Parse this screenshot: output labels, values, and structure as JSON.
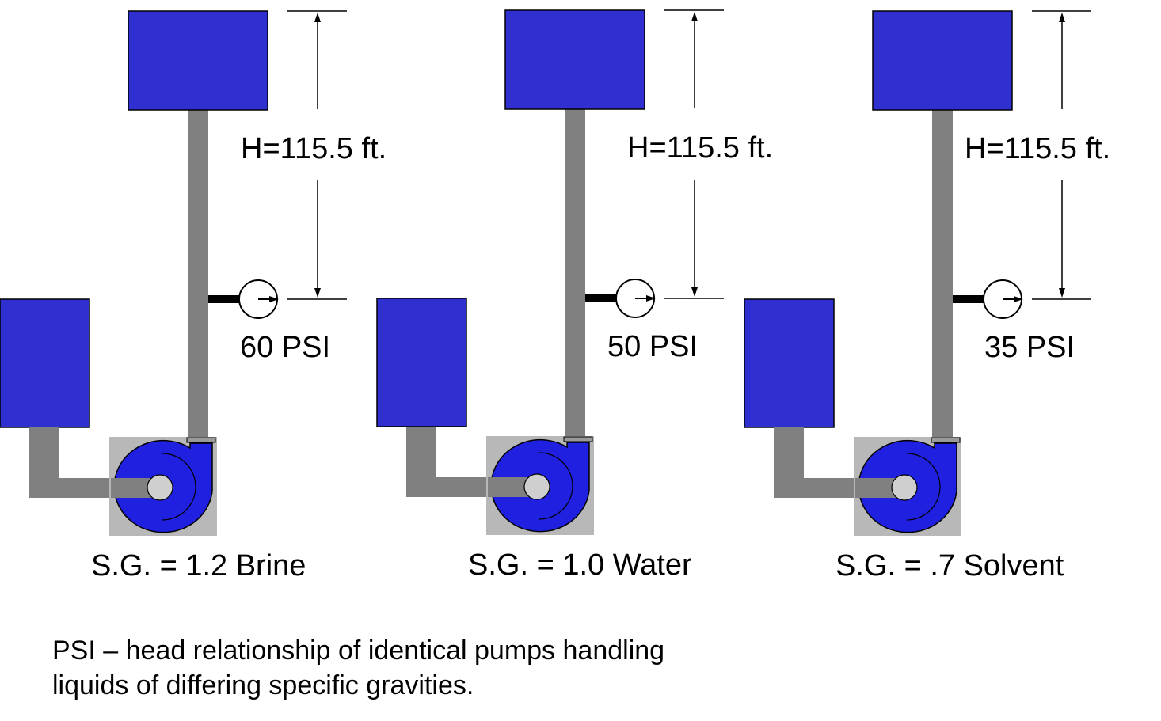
{
  "colors": {
    "tank": "#3030d0",
    "pump": "#2020e0",
    "pipe": "#808080",
    "pump_base": "#b8b8b8",
    "line": "#000000"
  },
  "systems": [
    {
      "head_label": "H=115.5 ft.",
      "pressure_label": "60 PSI",
      "fluid_label": "S.G. = 1.2 Brine"
    },
    {
      "head_label": "H=115.5 ft.",
      "pressure_label": "50 PSI",
      "fluid_label": "S.G. = 1.0 Water"
    },
    {
      "head_label": "H=115.5 ft.",
      "pressure_label": "35 PSI",
      "fluid_label": "S.G. = .7 Solvent"
    }
  ],
  "caption": {
    "line1": "PSI – head relationship of identical pumps handling",
    "line2": "liquids of differing specific gravities."
  }
}
